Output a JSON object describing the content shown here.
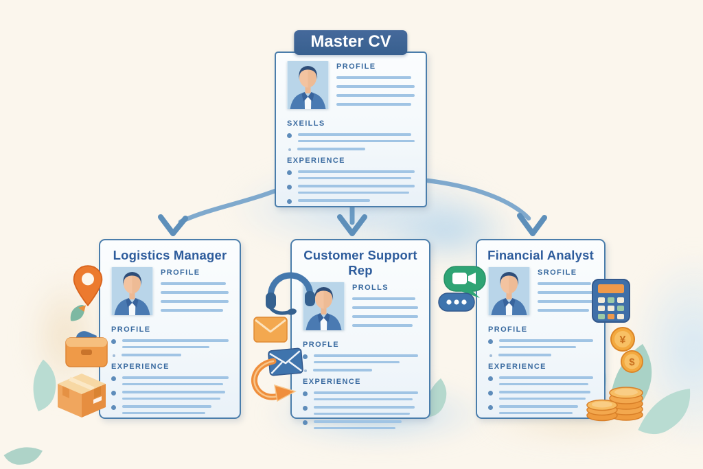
{
  "scene": {
    "description": "Master CV tailored into three role-specific CVs",
    "background_color": "#fbf6ed"
  },
  "master": {
    "title": "Master CV",
    "photo_heading": "PROFILE",
    "skills_heading": "SXEILLS",
    "experience_heading": "EXPERIENCE"
  },
  "cards": [
    {
      "title": "Logistics Manager",
      "photo_heading": "PROFILE",
      "section1_heading": "PROFILE",
      "section2_heading": "EXPERIENCE",
      "side_icons": [
        "location-pin",
        "leaf-sprout",
        "briefcase",
        "package-box"
      ]
    },
    {
      "title": "Customer Support Rep",
      "photo_heading": "PROLLS",
      "section1_heading": "PROFLE",
      "section2_heading": "EXPERIENCE",
      "side_icons": [
        "headset",
        "envelope-orange",
        "envelope-blue",
        "reply-arrow"
      ]
    },
    {
      "title": "Financial Analyst",
      "photo_heading": "SROFILE",
      "section1_heading": "PROFILE",
      "section2_heading": "EXPERIENCE",
      "side_icons": [
        "video-chat-bubble",
        "typing-dots-bubble",
        "calculator",
        "yen-coin",
        "dollar-coin",
        "coin-stacks"
      ]
    }
  ],
  "coin_symbols": {
    "yen": "¥",
    "dollar": "$"
  },
  "colors": {
    "banner_blue": "#3d6495",
    "card_border_blue": "#4a7dab",
    "title_text_blue": "#2e5c9c",
    "heading_blue": "#38699f",
    "line_blue": "#a0c4e4",
    "arrow_blue": "#6a9bc4",
    "icon_orange": "#ee9140",
    "icon_green": "#2fa474",
    "icon_steel_blue": "#3f74ad",
    "leaf_teal": "#b7d9cf",
    "coin_gold": "#f2a73f"
  }
}
